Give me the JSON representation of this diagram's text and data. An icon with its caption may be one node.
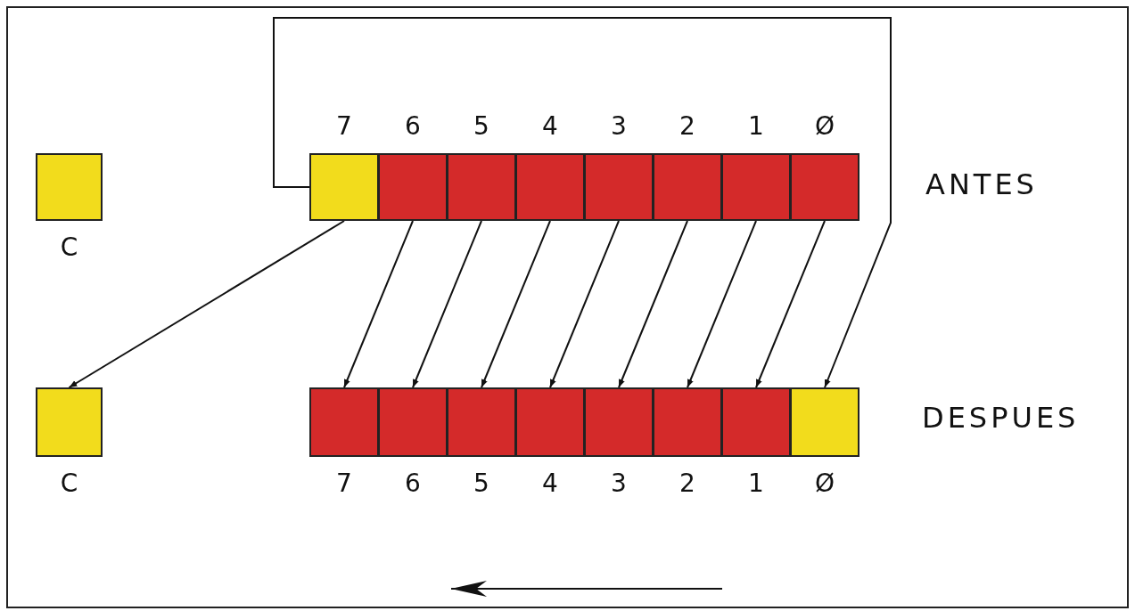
{
  "diagram": {
    "nodes": [
      {
        "text": [
          "C"
        ]
      },
      {
        "text": [
          "7"
        ]
      },
      {
        "text": [
          "6"
        ]
      },
      {
        "text": [
          "5"
        ]
      },
      {
        "text": [
          "4"
        ]
      },
      {
        "text": [
          "3"
        ]
      },
      {
        "text": [
          "2"
        ]
      },
      {
        "text": [
          "1"
        ]
      },
      {
        "text": [
          "Ø"
        ]
      },
      {
        "text": [
          "C"
        ]
      },
      {
        "text": [
          "7"
        ]
      },
      {
        "text": [
          "6"
        ]
      },
      {
        "text": [
          "5"
        ]
      },
      {
        "text": [
          "4"
        ]
      },
      {
        "text": [
          "3"
        ]
      },
      {
        "text": [
          "2"
        ]
      },
      {
        "text": [
          "1"
        ]
      },
      {
        "text": [
          "Ø"
        ]
      }
    ],
    "edges": [
      {
        "from": 1,
        "to": 17,
        "arrow": "to"
      },
      {
        "from": 1,
        "to": 9,
        "arrow": "to"
      },
      {
        "from": 2,
        "to": 10,
        "arrow": "to"
      },
      {
        "from": 3,
        "to": 11,
        "arrow": "to"
      },
      {
        "from": 4,
        "to": 12,
        "arrow": "to"
      },
      {
        "from": 5,
        "to": 13,
        "arrow": "to"
      },
      {
        "from": 6,
        "to": 14,
        "arrow": "to"
      },
      {
        "from": 7,
        "to": 15,
        "arrow": "to"
      },
      {
        "from": 8,
        "to": 16,
        "arrow": "to"
      }
    ],
    "labels": [
      "ANTES",
      "DESPUES"
    ]
  }
}
